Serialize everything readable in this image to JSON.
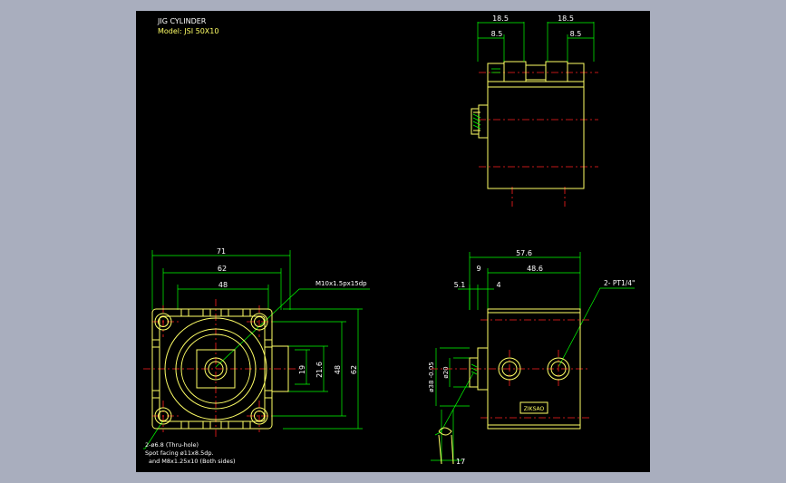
{
  "title": {
    "name": "JIG CYLINDER",
    "model": "Model:  JSI  50X10"
  },
  "colors": {
    "background": "#a9aebe",
    "sheet": "#000000",
    "outline": "#ffff66",
    "dimension": "#00ff00",
    "centerline": "#ff2020",
    "title_text": "#ffffff",
    "model_text": "#ffff66"
  },
  "top_view": {
    "dims": {
      "left_total": "18.5",
      "right_total": "18.5",
      "left_inner": "8.5",
      "right_inner": "8.5"
    }
  },
  "front_view": {
    "dims": {
      "overall_width": "71",
      "hole_pitch_width": "62",
      "inner_width": "48",
      "height_19": "19",
      "height_21_6": "21.6",
      "height_48": "48",
      "height_62": "62"
    },
    "notes": {
      "rod_thread": "M10x1.5px15dp",
      "hole_note_1": "2-ø6.8 (Thru-hole)",
      "hole_note_2": "Spot facing  ø11x8.5dp.",
      "hole_note_3": "and  M8x1.25x10 (Both sides)"
    }
  },
  "side_view": {
    "dims": {
      "overall_length": "57.6",
      "flange": "9",
      "body_length": "48.6",
      "dim_5_1": "5.1",
      "dim_4": "4",
      "rod_dia": "ø20",
      "spigot_dia": "ø38 -0.05",
      "rod_extension": "17"
    },
    "notes": {
      "port": "2- PT1/4\""
    },
    "nameplate": "ZIKSAO"
  }
}
